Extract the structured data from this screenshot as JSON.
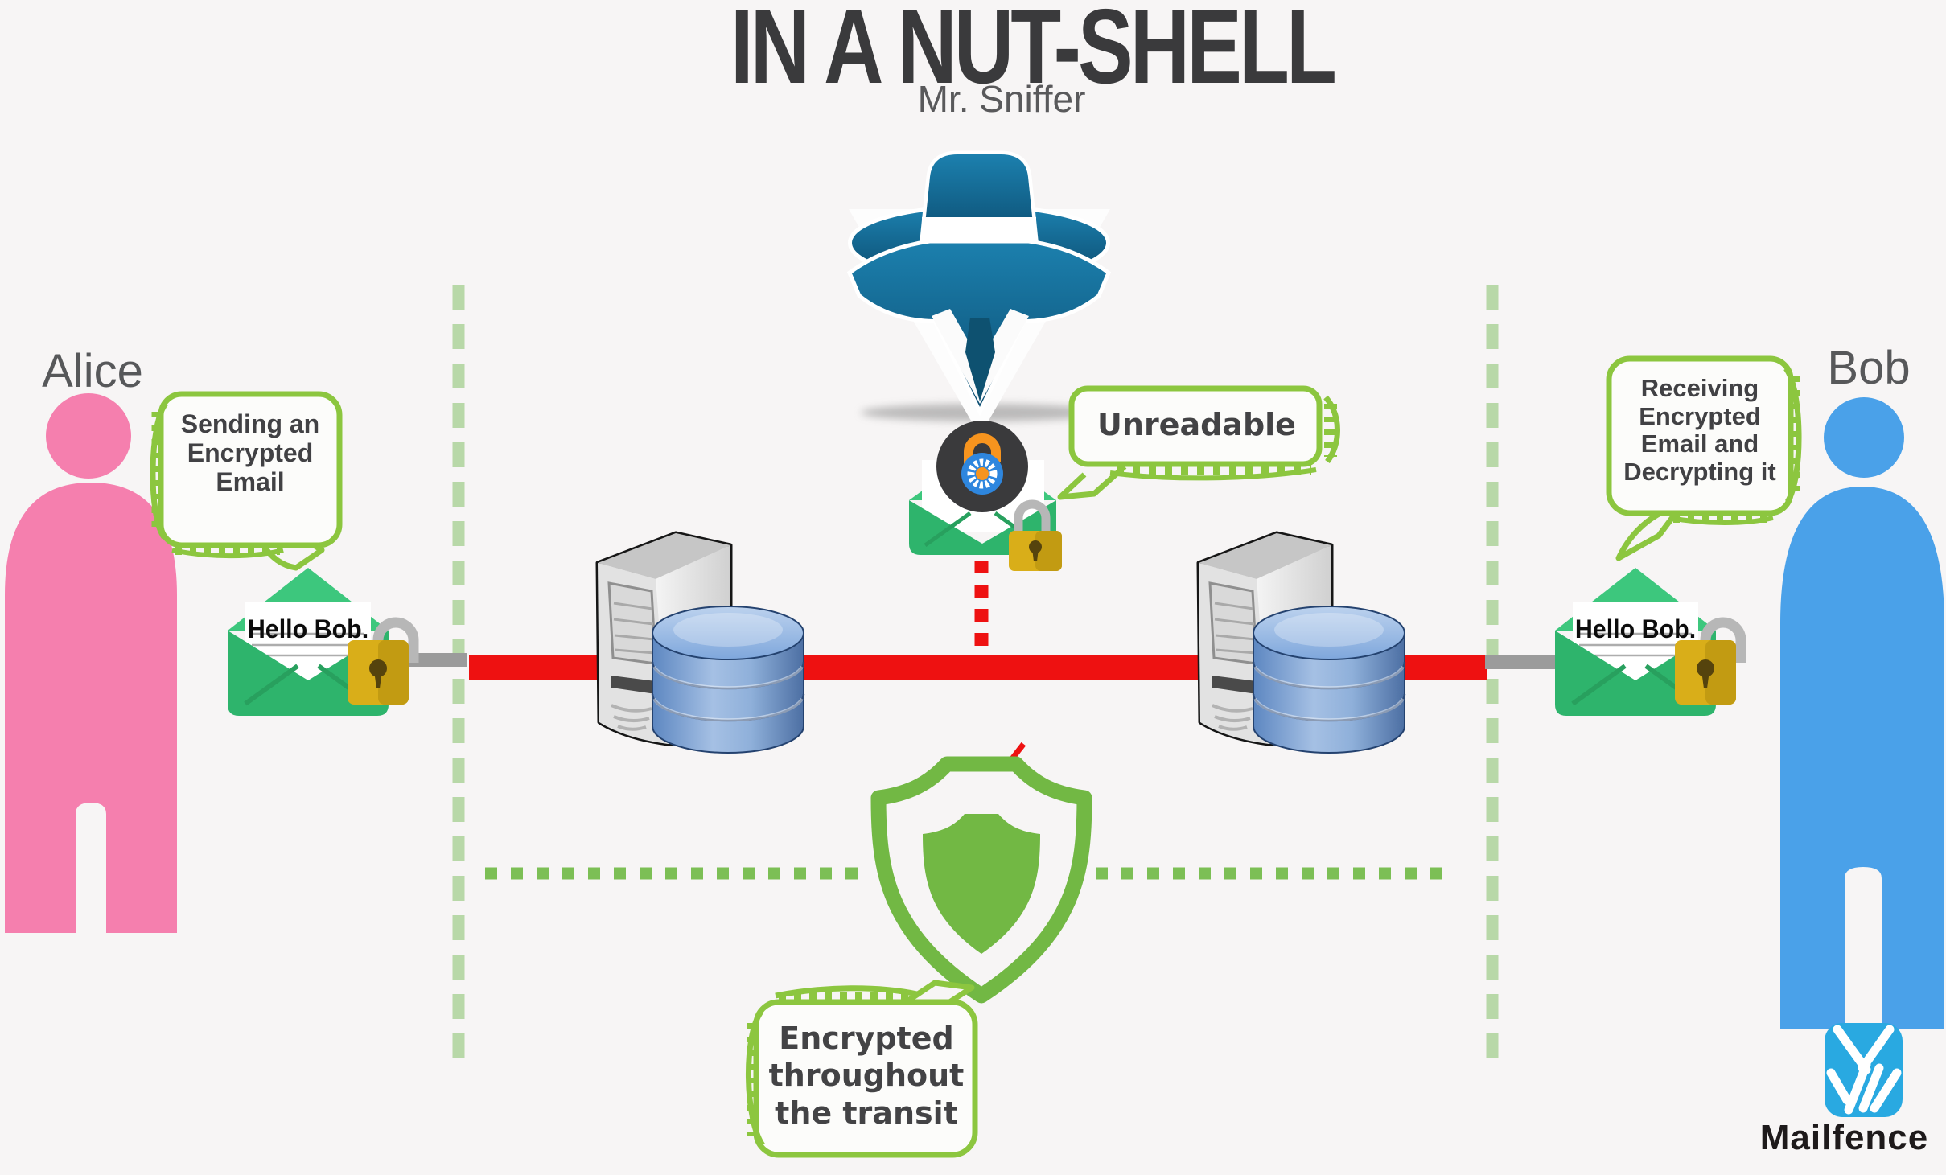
{
  "title": "IN A NUT-SHELL",
  "characters": {
    "alice": {
      "name": "Alice"
    },
    "bob": {
      "name": "Bob"
    },
    "sniffer": {
      "name": "Mr. Sniffer"
    }
  },
  "bubbles": {
    "alice_lines": [
      "Sending an",
      "Encrypted",
      "Email"
    ],
    "bob_lines": [
      "Receiving",
      "Encrypted",
      "Email and",
      "Decrypting it"
    ],
    "sniffer": "Unreadable",
    "transit_lines": [
      "Encrypted",
      "throughout",
      "the transit"
    ]
  },
  "email": {
    "message": "Hello Bob."
  },
  "brand": {
    "name": "Mailfence"
  },
  "colors": {
    "background": "#f7f5f5",
    "title_text": "#3a3a3c",
    "bubble_green": "#8cc63f",
    "dashed_line_green": "#b8d8a8",
    "dotted_line_green": "#7cbf55",
    "transit_red": "#ee1111",
    "envelope_green": "#2eb46c",
    "envelope_flap_green": "#3dc77d",
    "padlock_gold": "#d9ae19",
    "alice_pink": "#f57fae",
    "bob_blue": "#4aa1e9",
    "sniffer_teal": "#13678f",
    "shield_green": "#72b844",
    "database_blue": "#5d87c1",
    "logo_blue": "#29a9e1"
  }
}
